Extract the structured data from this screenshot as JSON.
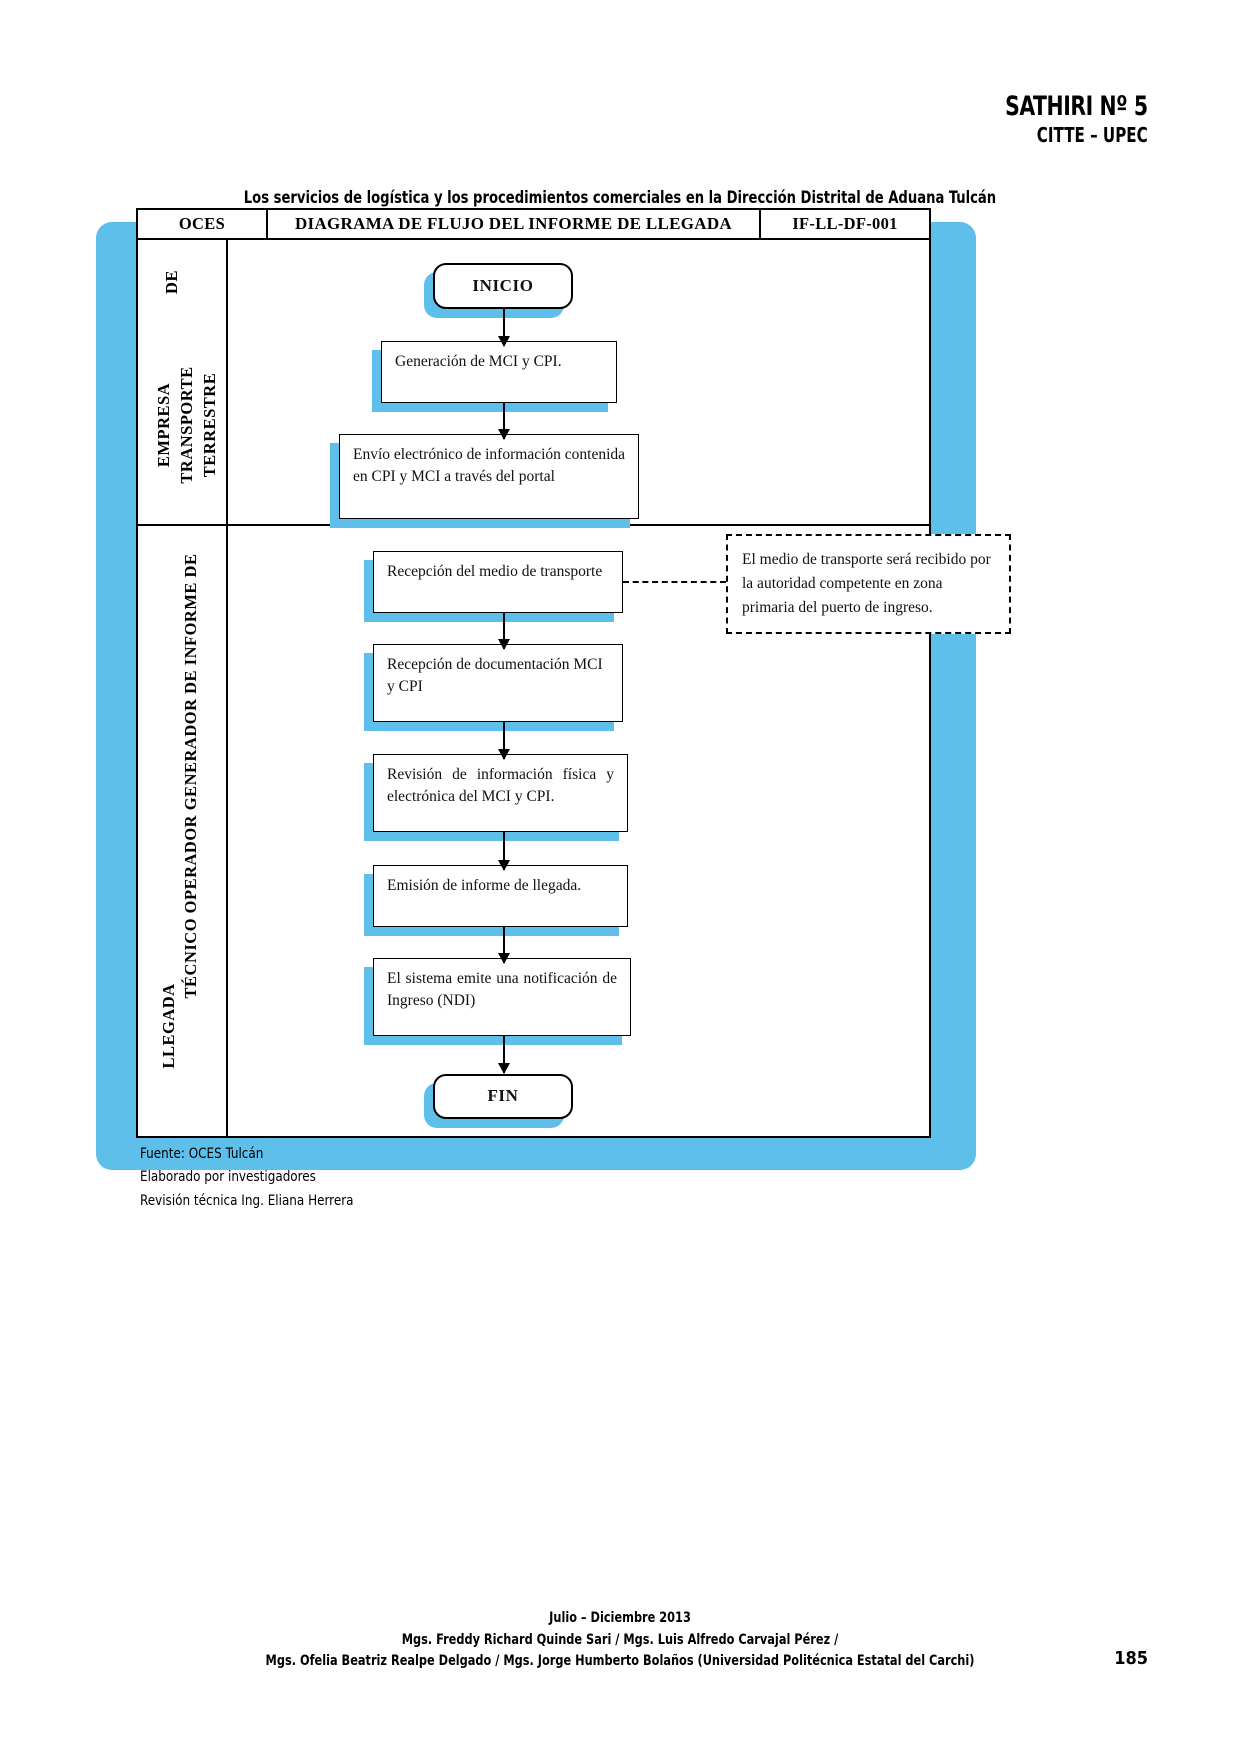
{
  "journal": {
    "title": "SATHIRI Nº 5",
    "subtitle": "CITTE – UPEC"
  },
  "article_title": "Los servicios de logística y los procedimientos comerciales en la Dirección Distrital de Aduana Tulcán",
  "table_header": {
    "org": "OCES",
    "title": "DIAGRAMA DE FLUJO DEL INFORME DE LLEGADA",
    "code": "IF-LL-DF-001"
  },
  "lanes": [
    {
      "label_line1": "EMPRESA",
      "label_line2": "DE",
      "label_top": "DE",
      "label_main": "EMPRESA TRANSPORTE TERRESTRE",
      "label_parts": [
        "EMPRESA",
        "TRANSPORTE",
        "TERRESTRE"
      ]
    },
    {
      "label_main": "TÉCNICO OPERADOR GENERADOR DE INFORME DE LLEGADA",
      "label_parts": [
        "TÉCNICO",
        "LLEGADA"
      ]
    }
  ],
  "lane1_vertical_top": "DE",
  "lane1_vertical_a": "EMPRESA",
  "lane1_vertical_b": "TRANSPORTE",
  "lane1_vertical_c": "TERRESTRE",
  "lane2_vertical_a": "TÉCNICO  OPERADOR  GENERADOR  DE  INFORME  DE",
  "lane2_vertical_b": "LLEGADA",
  "nodes": {
    "inicio": "INICIO",
    "generacion": "Generación  de MCI y CPI.",
    "envio": "Envío   electrónico   de   información contenida  en  CPI  y  MCI  a  través  del portal",
    "recepcion_medio": "Recepción      del      medio      de transporte",
    "recepcion_doc": "Recepción de documentación MCI y CPI",
    "revision": "Revisión  de  información  física y electrónica  del MCI y CPI.",
    "emision": "Emisión de informe de llegada.",
    "notificacion": "El  sistema  emite  una  notificación de Ingreso (NDI)",
    "fin": "FIN"
  },
  "note": "El medio de transporte será recibido por la autoridad competente en zona primaria del puerto de ingreso.",
  "source": {
    "line1": "Fuente:  OCES Tulcán",
    "line2": "Elaborado  por investigadores",
    "line3": "Revisión  técnica  Ing. Eliana Herrera"
  },
  "footer": {
    "line1": "Julio – Diciembre  2013",
    "line2": "Mgs. Freddy  Richard  Quinde  Sari / Mgs. Luis Alfredo  Carvajal  Pérez /",
    "line3": "Mgs. Ofelia  Beatriz  Realpe  Delgado  / Mgs. Jorge  Humberto  Bolaños  (Universidad  Politécnica  Estatal  del Carchi)",
    "page_number": "185"
  },
  "colors": {
    "shadow_blue": "#5ec0ea",
    "ink": "#000000"
  }
}
